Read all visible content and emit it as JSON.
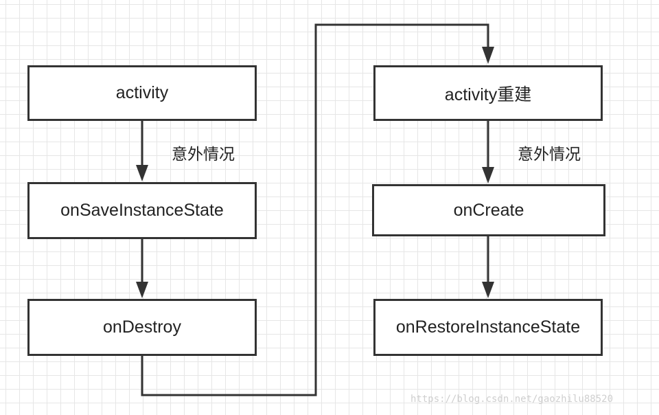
{
  "nodes": {
    "activity": "activity",
    "on_save_instance_state": "onSaveInstanceState",
    "on_destroy": "onDestroy",
    "activity_rebuild": "activity重建",
    "on_create": "onCreate",
    "on_restore_instance_state": "onRestoreInstanceState"
  },
  "edge_labels": {
    "left_exception": "意外情况",
    "right_exception": "意外情况"
  },
  "watermark": "https://blog.csdn.net/gaozhilu88520",
  "colors": {
    "stroke": "#333333",
    "grid": "#e6e6e6",
    "text": "#222222"
  }
}
